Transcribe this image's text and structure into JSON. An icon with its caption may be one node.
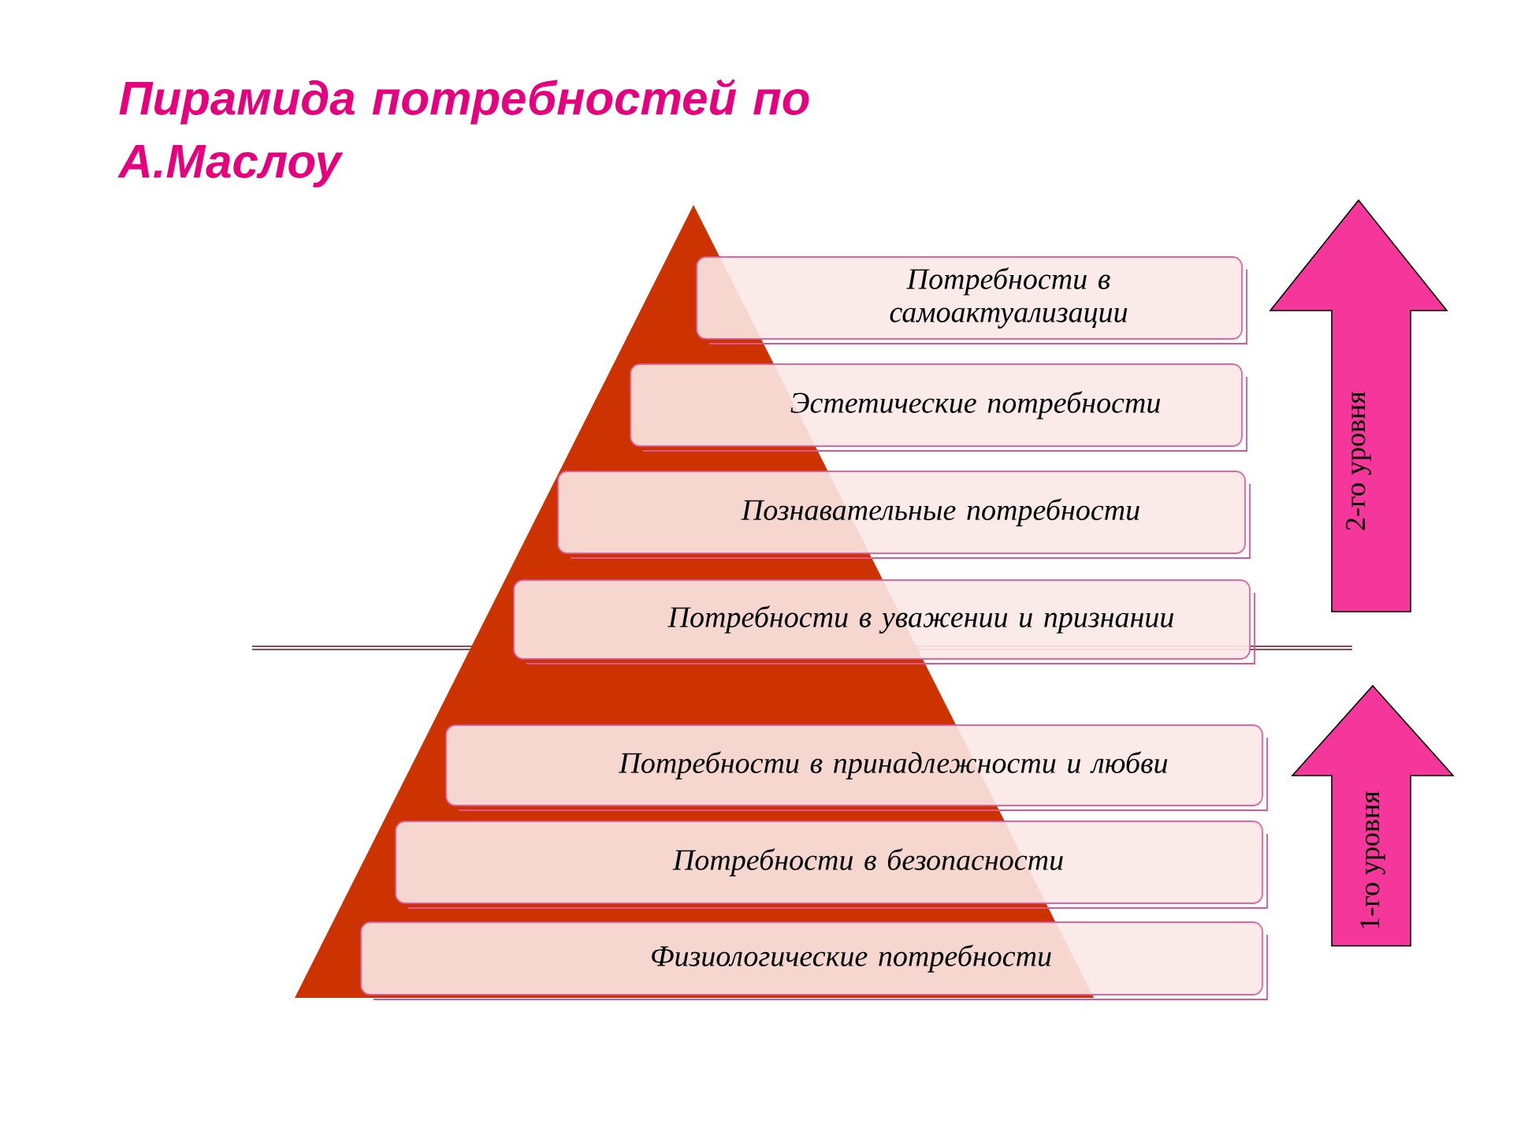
{
  "diagram": {
    "title": "Пирамида потребностей по А.Маслоу",
    "nodes": [
      {
        "text": [
          "Потребности в самоактуализации"
        ]
      },
      {
        "text": [
          "Эстетические потребности"
        ]
      },
      {
        "text": [
          "Познавательные потребности"
        ]
      },
      {
        "text": [
          "Потребности в уважении и признании"
        ]
      },
      {
        "text": [
          "Потребности в принадлежности и любви"
        ]
      },
      {
        "text": [
          "Потребности в безопасности"
        ]
      },
      {
        "text": [
          "Физиологические потребности"
        ]
      },
      {
        "text": [
          "2-го уровня"
        ]
      },
      {
        "text": [
          "1-го уровня"
        ]
      }
    ]
  }
}
